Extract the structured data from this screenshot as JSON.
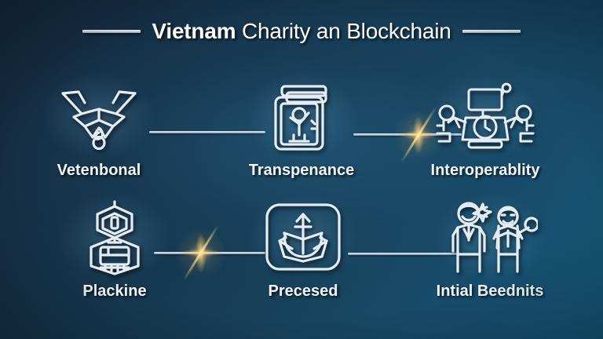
{
  "title": {
    "strong": "Vietnam",
    "rest": " Charity an Blockchain",
    "left_rule": "horizontal-rule",
    "right_rule": "horizontal-rule"
  },
  "colors": {
    "background_dark": "#14283c",
    "background_light": "#166081",
    "line": "#c9d8e3",
    "text": "#f2f7fb",
    "sparkle": "#f5c86e"
  },
  "nodes": [
    {
      "id": "vetenbonal",
      "label": "Vetenbonal",
      "icon": "antler-outline-icon"
    },
    {
      "id": "transpenance",
      "label": "Transpenance",
      "icon": "framed-figure-icon"
    },
    {
      "id": "interoperablity",
      "label": "Interoperablity",
      "icon": "clock-monitor-icon"
    },
    {
      "id": "plackine",
      "label": "Plackine",
      "icon": "robot-figure-icon"
    },
    {
      "id": "precesed",
      "label": "Precesed",
      "icon": "anchor-badge-icon"
    },
    {
      "id": "intial-beednits",
      "label": "Intial Beednits",
      "icon": "two-people-icon"
    }
  ],
  "connectors": [
    {
      "id": "top-left-to-center",
      "sparkle": false
    },
    {
      "id": "top-center-to-right",
      "sparkle": true
    },
    {
      "id": "bottom-left-to-center",
      "sparkle": true
    },
    {
      "id": "bottom-center-to-right",
      "sparkle": false
    }
  ]
}
